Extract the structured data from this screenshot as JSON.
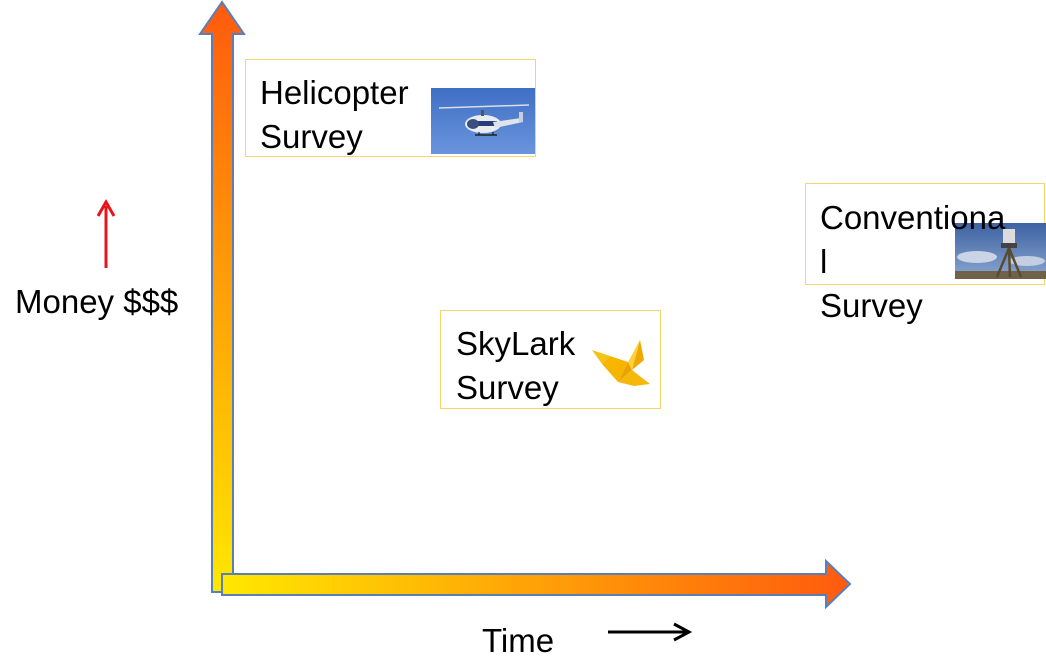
{
  "y_axis": {
    "label": "Money $$$",
    "indicator_color": "#e8141b"
  },
  "x_axis": {
    "label": "Time",
    "indicator_color": "#000000"
  },
  "axis_gradient": {
    "start": "#ffe800",
    "end": "#ff5a0e",
    "outline": "#5a7fb8"
  },
  "box_border_color": "#f3d66b",
  "surveys": [
    {
      "label": "Helicopter\nSurvey",
      "icon": "helicopter-photo"
    },
    {
      "label": "SkyLark\nSurvey",
      "icon": "origami-bird-icon"
    },
    {
      "label": "Conventiona\nl\nSurvey",
      "icon": "surveying-tripod-photo"
    }
  ]
}
